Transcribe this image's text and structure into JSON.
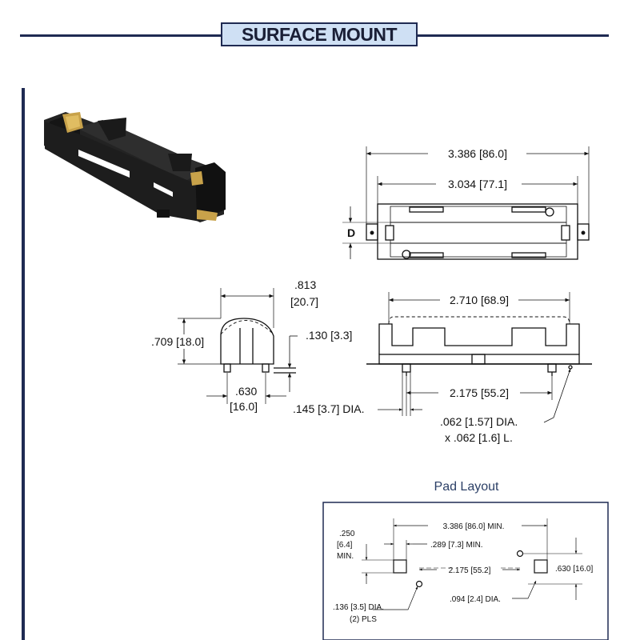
{
  "header": {
    "title": "SURFACE MOUNT"
  },
  "top_view": {
    "overall_length": "3.386 [86.0]",
    "inner_length": "3.034 [77.1]",
    "dim_d": "D"
  },
  "end_view": {
    "width_top_1": ".813",
    "width_top_2": "[20.7]",
    "height": ".709 [18.0]",
    "leg_height": ".130 [3.3]",
    "base_1": ".630",
    "base_2": "[16.0]"
  },
  "side_view": {
    "length": "2.710 [68.9]",
    "pin_spacing": "2.175 [55.2]",
    "boss_dia": ".145 [3.7] DIA.",
    "pin_dia_1": ".062 [1.57] DIA.",
    "pin_dia_2": "x .062 [1.6] L."
  },
  "pad_layout": {
    "title": "Pad Layout",
    "overall_min": "3.386 [86.0] MIN.",
    "pad_width_1": ".250",
    "pad_width_2": "[6.4]",
    "pad_width_3": "MIN.",
    "pad_length": ".289 [7.3] MIN.",
    "hole_spacing": "2.175 [55.2]",
    "pad_offset": ".630 [16.0]",
    "hole_dia_1": ".136 [3.5] DIA.",
    "hole_dia_2": "(2) PLS",
    "small_hole_dia": ".094 [2.4] DIA."
  },
  "colors": {
    "navy": "#1f2a52",
    "banner_fill": "#cfe0f4",
    "holder_black": "#1b1b1b",
    "contact_gold": "#c8a24a"
  }
}
